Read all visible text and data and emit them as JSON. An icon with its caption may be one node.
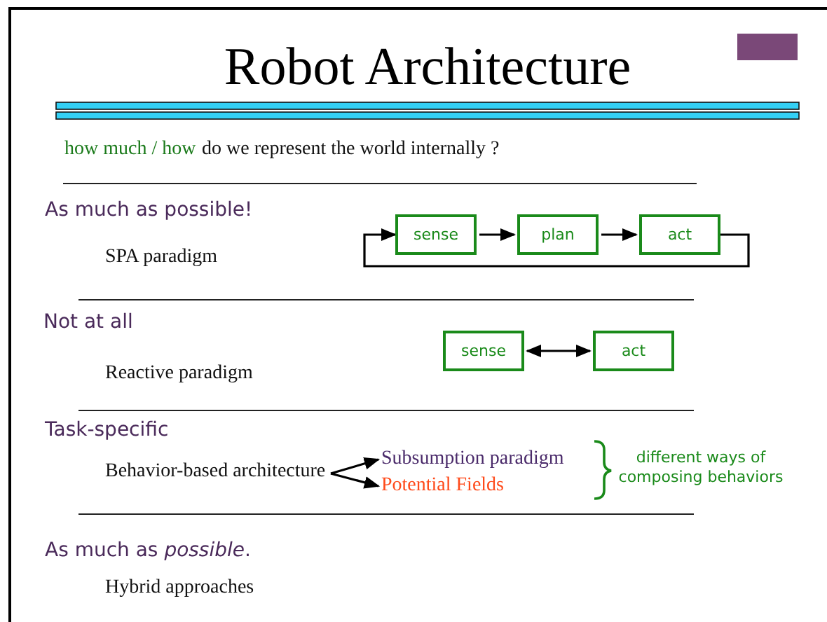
{
  "diagram": {
    "title": "Robot Architecture",
    "nodes": [
      {
        "text": [
          "sense"
        ]
      },
      {
        "text": [
          "plan"
        ]
      },
      {
        "text": [
          "act"
        ]
      },
      {
        "text": [
          "sense"
        ]
      },
      {
        "text": [
          "act"
        ]
      },
      {
        "text": [
          "Behavior-based architecture"
        ]
      },
      {
        "text": [
          "Subsumption paradigm"
        ]
      },
      {
        "text": [
          "Potential Fields"
        ]
      }
    ],
    "edges": [
      {
        "from": 0,
        "to": 1,
        "arrow": "to"
      },
      {
        "from": 1,
        "to": 2,
        "arrow": "to"
      },
      {
        "from": 2,
        "to": 0,
        "arrow": "to"
      },
      {
        "from": 3,
        "to": 4,
        "arrow": "both"
      },
      {
        "from": 5,
        "to": 6,
        "arrow": "to"
      },
      {
        "from": 5,
        "to": 7,
        "arrow": "to"
      }
    ],
    "labels": [
      "how much / how",
      "do we represent the world internally ?",
      "As much as possible!",
      "SPA paradigm",
      "Not at all",
      "Reactive paradigm",
      "Task-specific",
      "different ways of composing behaviors",
      "As much as *possible*.",
      "Hybrid approaches"
    ]
  }
}
